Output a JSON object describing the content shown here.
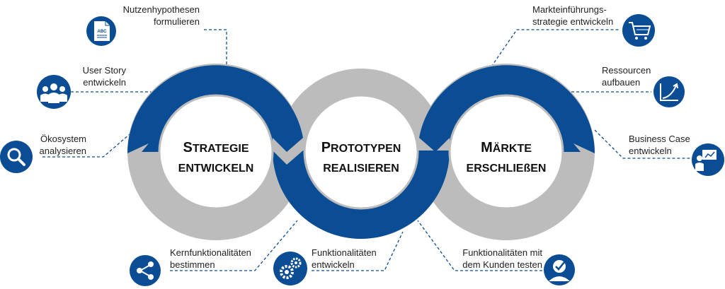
{
  "colors": {
    "primary": "#0a4d94",
    "gray": "#bcbcbc",
    "text": "#222222"
  },
  "centers": [
    {
      "line1_cap": "S",
      "line1_rest": "TRATEGIE",
      "line2": "ENTWICKELN"
    },
    {
      "line1_cap": "P",
      "line1_rest": "ROTOTYPEN",
      "line2": "REALISIEREN"
    },
    {
      "line1_cap": "M",
      "line1_rest": "ÄRKTE",
      "line2": "ERSCHLIEßEN"
    }
  ],
  "labels": {
    "nutzen": [
      "Nutzenhypothesen",
      "formulieren"
    ],
    "userstory": [
      "User Story",
      "entwickeln"
    ],
    "oekosystem": [
      "Ökosystem",
      "analysieren"
    ],
    "kern": [
      "Kernfunktionalitäten",
      "bestimmen"
    ],
    "funktion": [
      "Funktionalitäten",
      "entwickeln"
    ],
    "kunden": [
      "Funktionalitäten mit",
      "dem Kunden testen"
    ],
    "markt": [
      "Markteinführungs-",
      "strategie entwickeln"
    ],
    "ressourcen": [
      "Ressourcen",
      "aufbauen"
    ],
    "business": [
      "Business Case",
      "entwickeln"
    ]
  },
  "icons": {
    "nutzen": "document-abc-icon",
    "userstory": "user-group-icon",
    "oekosystem": "magnifier-icon",
    "kern": "share-icon",
    "funktion": "gears-icon",
    "kunden": "user-check-icon",
    "markt": "shopping-cart-icon",
    "ressourcen": "growth-chart-icon",
    "business": "presentation-icon"
  },
  "doc_icon_text": "ABC"
}
